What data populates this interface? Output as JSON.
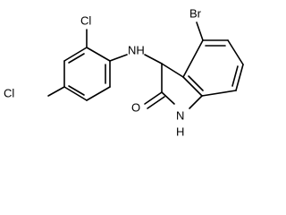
{
  "molecule": {
    "atoms": {
      "br": "Br",
      "cl_top": "Cl",
      "cl_left": "Cl",
      "nh_amine": "NH",
      "nh_ring": "H",
      "n_ring": "N",
      "o": "O"
    }
  },
  "colors": {
    "bond": "#000000",
    "text": "#000000",
    "background": "#ffffff"
  }
}
